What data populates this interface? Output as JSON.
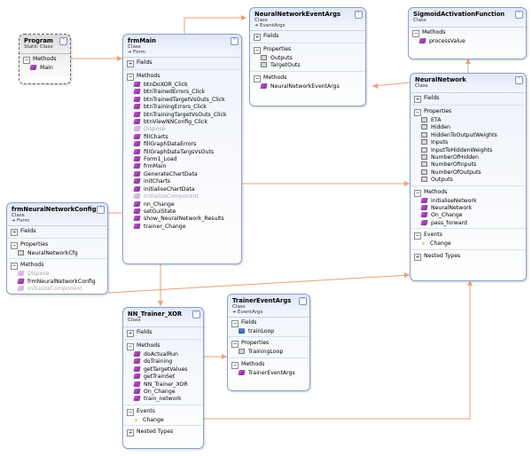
{
  "diagram": {
    "program": {
      "name": "Program",
      "kind": "Static Class",
      "sections": [
        {
          "title": "Methods",
          "items": [
            "Main"
          ]
        }
      ]
    },
    "frmMain": {
      "name": "frmMain",
      "kind": "Class",
      "base": "Form",
      "sections": [
        {
          "title": "Fields",
          "collapsed": true,
          "items": []
        },
        {
          "title": "Methods",
          "items": [
            "btnDoXOR_Click",
            "btnTrainedErrors_Click",
            "btnTrainedTargetVsOuts_Click",
            "btnTrainingErrors_Click",
            "btnTrainingTargetVsOuts_Click",
            "btnViewNNConfig_Click",
            "Dispose",
            "fillCharts",
            "fillGraphDataErrors",
            "fillGraphDataTargsVsOuts",
            "Form1_Load",
            "frmMain",
            "GenerateChartData",
            "initCharts",
            "initialiseChartData",
            "InitializeComponent",
            "nn_Change",
            "setGuiState",
            "show_NeuralNetwork_Results",
            "trainer_Change"
          ]
        }
      ]
    },
    "nnEventArgs": {
      "name": "NeuralNetworkEventArgs",
      "kind": "Class",
      "base": "EventArgs",
      "sections": [
        {
          "title": "Fields",
          "collapsed": true,
          "items": []
        },
        {
          "title": "Properties",
          "items": [
            "Outputs",
            "TargetOuts"
          ]
        },
        {
          "title": "Methods",
          "items": [
            "NeuralNetworkEventArgs"
          ]
        }
      ]
    },
    "sigmoid": {
      "name": "SigmoidActivationFunction",
      "kind": "Class",
      "sections": [
        {
          "title": "Methods",
          "items": [
            "processValue"
          ]
        }
      ]
    },
    "neuralNetwork": {
      "name": "NeuralNetwork",
      "kind": "Class",
      "sections": [
        {
          "title": "Fields",
          "collapsed": true,
          "items": []
        },
        {
          "title": "Properties",
          "items": [
            "ETA",
            "Hidden",
            "HiddenToOutputWeights",
            "Inputs",
            "InputToHiddenWeights",
            "NumberOfHidden",
            "NumberOfInputs",
            "NumberOfOutputs",
            "Outputs"
          ]
        },
        {
          "title": "Methods",
          "items": [
            "initialiseNetwork",
            "NeuralNetwork",
            "On_Change",
            "pass_forward"
          ]
        },
        {
          "title": "Events",
          "items": [
            "Change"
          ]
        },
        {
          "title": "Nested Types",
          "collapsed": true,
          "items": []
        }
      ]
    },
    "nnConfig": {
      "name": "frmNeuralNetworkConfig",
      "kind": "Class",
      "base": "Form",
      "sections": [
        {
          "title": "Fields",
          "collapsed": true,
          "items": []
        },
        {
          "title": "Properties",
          "items": [
            "NeuralNetworkCfg"
          ]
        },
        {
          "title": "Methods",
          "items": [
            "Dispose",
            "frmNeuralNetworkConfig",
            "InitializeComponent"
          ]
        }
      ]
    },
    "trainerXor": {
      "name": "NN_Trainer_XOR",
      "kind": "Class",
      "sections": [
        {
          "title": "Fields",
          "collapsed": true,
          "items": []
        },
        {
          "title": "Methods",
          "items": [
            "doActualRun",
            "doTraining",
            "getTargetValues",
            "getTrainSet",
            "NN_Trainer_XOR",
            "On_Change",
            "train_network"
          ]
        },
        {
          "title": "Events",
          "items": [
            "Change"
          ]
        },
        {
          "title": "Nested Types",
          "collapsed": true,
          "items": []
        }
      ]
    },
    "trainerEventArgs": {
      "name": "TrainerEventArgs",
      "kind": "Class",
      "base": "EventArgs",
      "sections": [
        {
          "title": "Fields",
          "items": [
            "trainLoop"
          ]
        },
        {
          "title": "Properties",
          "items": [
            "TrainingLoop"
          ]
        },
        {
          "title": "Methods",
          "items": [
            "TrainerEventArgs"
          ]
        }
      ]
    }
  },
  "grey_members": [
    "Dispose",
    "InitializeComponent"
  ],
  "colors": {
    "connector": "#e8a07a",
    "border": "#8aa0c8",
    "header": "#dfe7f7"
  },
  "icons": {
    "collapse": "chevron-up-icon",
    "method": "method-icon",
    "property": "property-icon",
    "field": "field-icon",
    "event": "event-lightning-icon"
  }
}
